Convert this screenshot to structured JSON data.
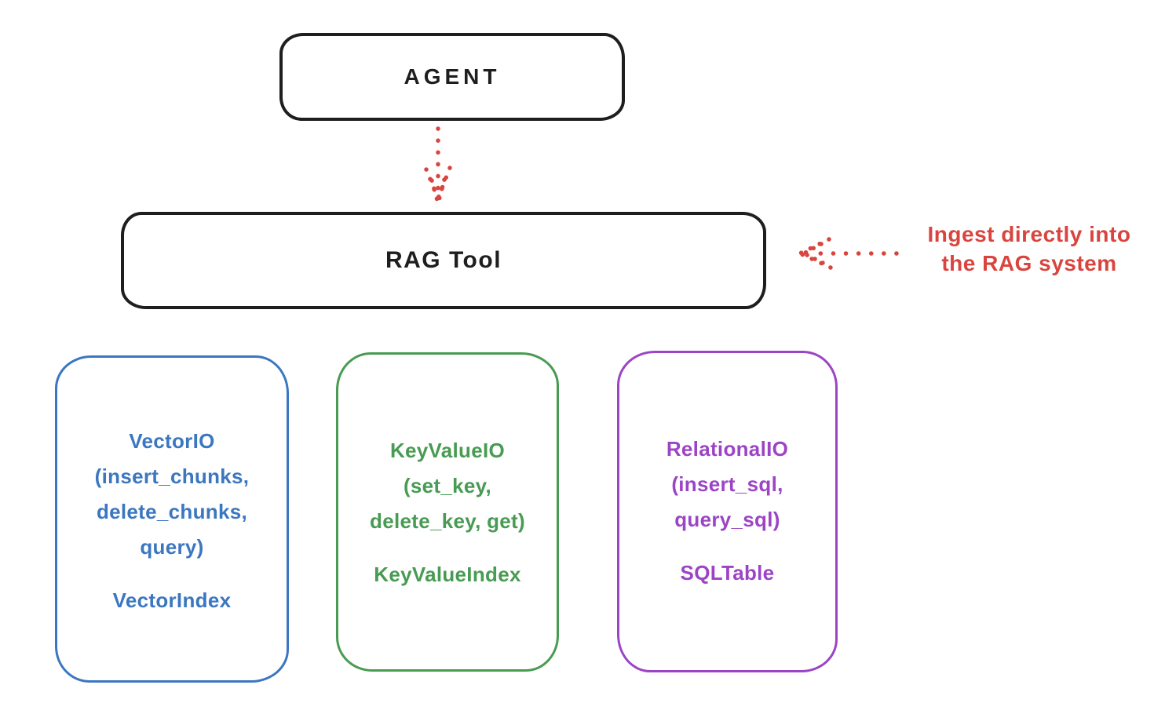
{
  "diagram": {
    "background": "#ffffff",
    "ink_color": "#1e1e1e",
    "accent_red": "#d9453e",
    "agent": {
      "label": "AGENT"
    },
    "rag_tool": {
      "label": "RAG Tool"
    },
    "agent_to_rag_arrow": {
      "style": "dotted",
      "direction": "down",
      "color": "#d9453e"
    },
    "ingest_note": {
      "lines": [
        "Ingest directly into",
        "the RAG system"
      ],
      "color": "#d9453e",
      "arrow": {
        "style": "dotted",
        "direction": "left",
        "color": "#d9453e"
      }
    },
    "backends": [
      {
        "name": "VectorIO",
        "color": "#3b77c0",
        "methods_lines": [
          "VectorIO",
          "(insert_chunks,",
          "delete_chunks,",
          "query)"
        ],
        "index_label": "VectorIndex"
      },
      {
        "name": "KeyValueIO",
        "color": "#489b52",
        "methods_lines": [
          "KeyValueIO",
          "(set_key,",
          "delete_key, get)"
        ],
        "index_label": "KeyValueIndex"
      },
      {
        "name": "RelationalIO",
        "color": "#9c44c6",
        "methods_lines": [
          "RelationalIO",
          "(insert_sql,",
          "query_sql)"
        ],
        "index_label": "SQLTable"
      }
    ]
  }
}
